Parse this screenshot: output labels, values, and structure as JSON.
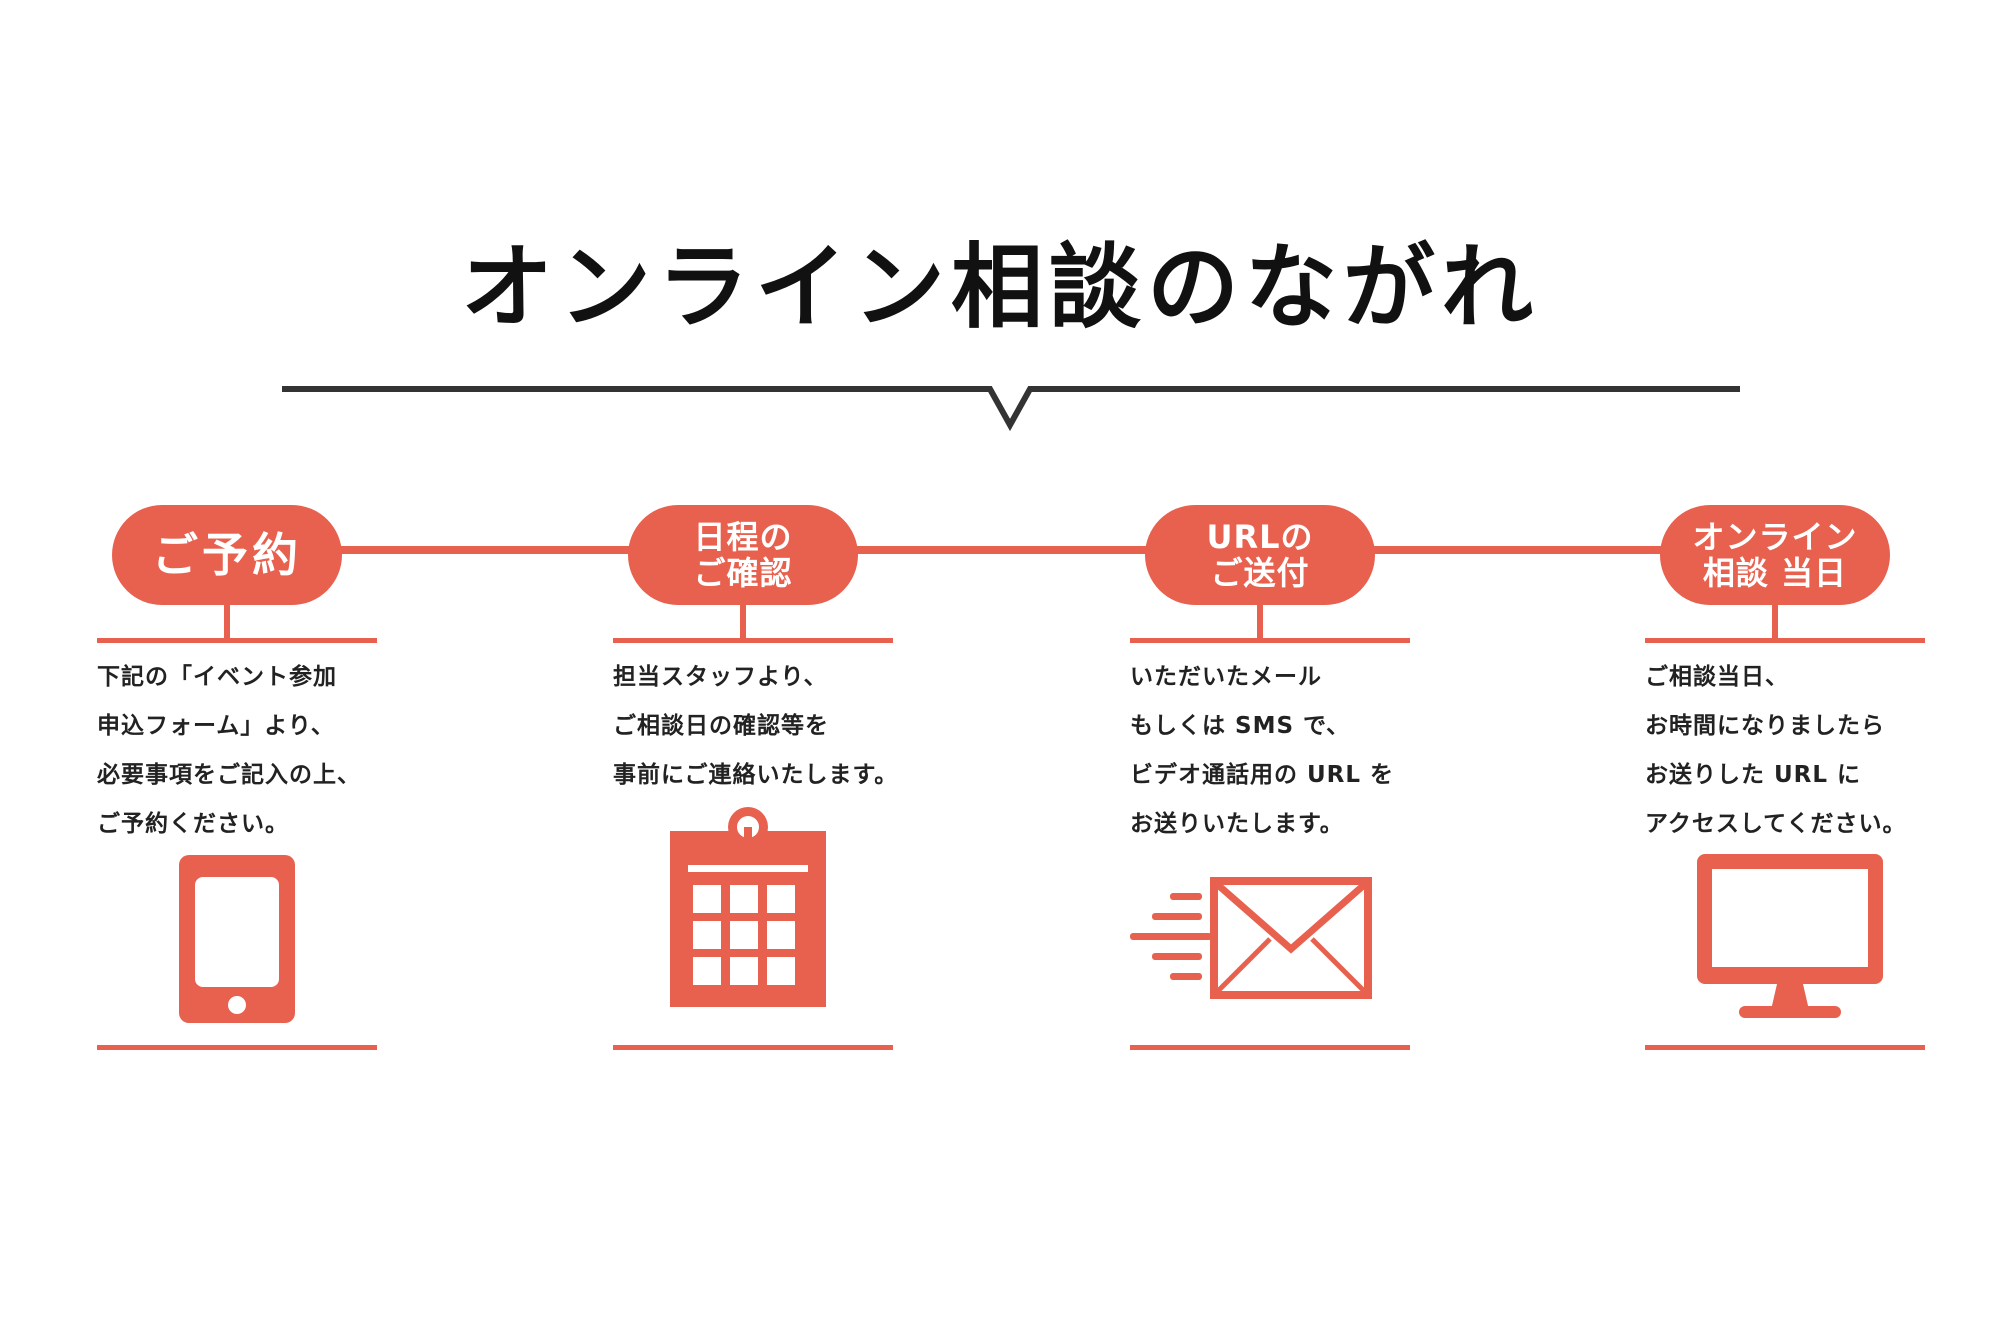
{
  "colors": {
    "accent": "#e8614f",
    "text": "#222222",
    "divider": "#333333"
  },
  "title": "オンライン相談のながれ",
  "steps": [
    {
      "label": "ご予約",
      "lines": [
        "下記の「イベント参加",
        "申込フォーム」より、",
        "必要事項をご記入の上、",
        "ご予約ください。"
      ],
      "icon": "smartphone-icon"
    },
    {
      "label": "日程の\nご確認",
      "lines": [
        "担当スタッフより、",
        "ご相談日の確認等を",
        "事前にご連絡いたします。"
      ],
      "icon": "calendar-icon"
    },
    {
      "label": "URLの\nご送付",
      "lines": [
        "いただいたメール",
        "もしくは SMS で、",
        "ビデオ通話用の URL を",
        "お送りいたします。"
      ],
      "icon": "mail-icon"
    },
    {
      "label": "オンライン\n相談 当日",
      "lines": [
        "ご相談当日、",
        "お時間になりましたら",
        "お送りした URL に",
        "アクセスしてください。"
      ],
      "icon": "monitor-icon"
    }
  ]
}
